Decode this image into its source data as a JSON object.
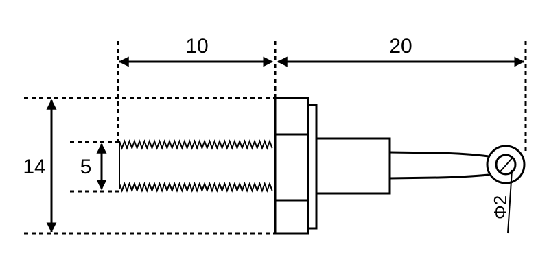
{
  "dimensions": {
    "thread_length": "10",
    "lever_length": "20",
    "body_height": "14",
    "thread_diameter": "5",
    "hole_diameter_symbol": "Φ",
    "hole_diameter": "2"
  }
}
